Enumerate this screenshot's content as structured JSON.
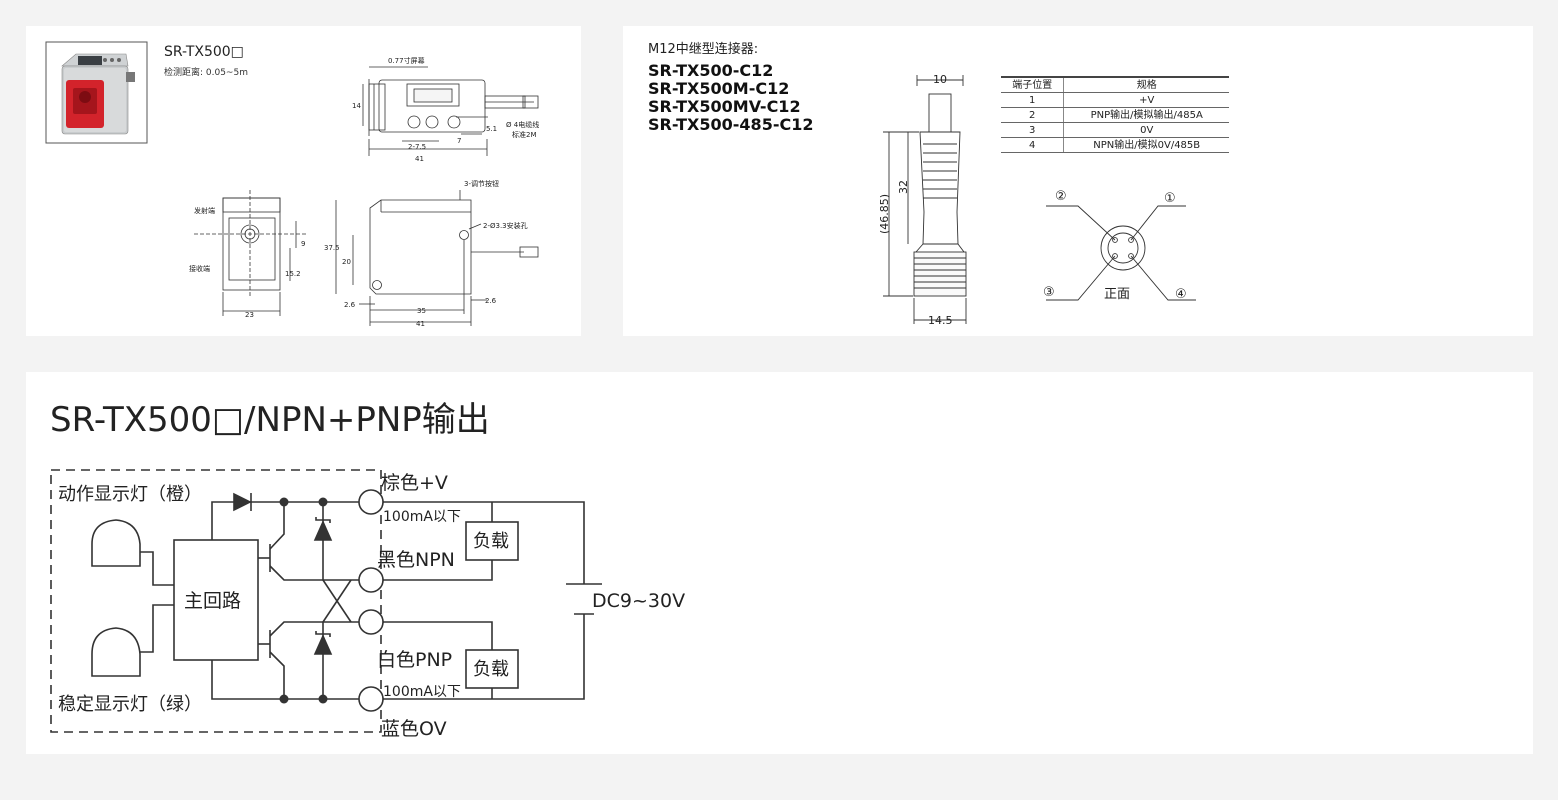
{
  "sensor_drawing": {
    "model": "SR-TX500□",
    "range": "检测距离: 0.05~5m",
    "screen_label": "0.77寸屏幕",
    "cable_label": "Ø 4电缆线",
    "cable_std": "标准2M",
    "dims": {
      "h14": "14",
      "w5_1": "5.1",
      "w7": "7",
      "w2_7_5": "2-7.5",
      "w41": "41",
      "h37_5": "37.5",
      "h20": "20",
      "h9": "9",
      "h15_2": "15.2",
      "w23": "23",
      "w35": "35",
      "w2_6_left": "2.6",
      "w2_6_right": "2.6",
      "w41_b": "41"
    },
    "emitter_label": "发射端",
    "receiver_label": "接收端",
    "button_label": "3-调节按钮",
    "hole_label": "2-Ø3.3安装孔"
  },
  "connector": {
    "title": "M12中继型连接器:",
    "models": [
      "SR-TX500-C12",
      "SR-TX500M-C12",
      "SR-TX500MV-C12",
      "SR-TX500-485-C12"
    ],
    "dims": {
      "top": "10",
      "length": "32",
      "total": "(46.85)",
      "width": "14.5"
    },
    "table_headers": [
      "端子位置",
      "规格"
    ],
    "table_rows": [
      [
        "1",
        "+V"
      ],
      [
        "2",
        "PNP输出/模拟输出/485A"
      ],
      [
        "3",
        "0V"
      ],
      [
        "4",
        "NPN输出/模拟0V/485B"
      ]
    ],
    "pins": [
      "②",
      "①",
      "③",
      "④"
    ],
    "front_label": "正面"
  },
  "wiring": {
    "title": "SR-TX500□/NPN+PNP输出",
    "action_led": "动作显示灯（橙）",
    "stable_led": "稳定显示灯（绿）",
    "main_circuit": "主回路",
    "brown": "棕色+V",
    "black": "黑色NPN",
    "white": "白色PNP",
    "blue": "蓝色OV",
    "current_top": "100mA以下",
    "current_bottom": "100mA以下",
    "load_top": "负载",
    "load_bottom": "负载",
    "supply": "DC9~30V"
  }
}
